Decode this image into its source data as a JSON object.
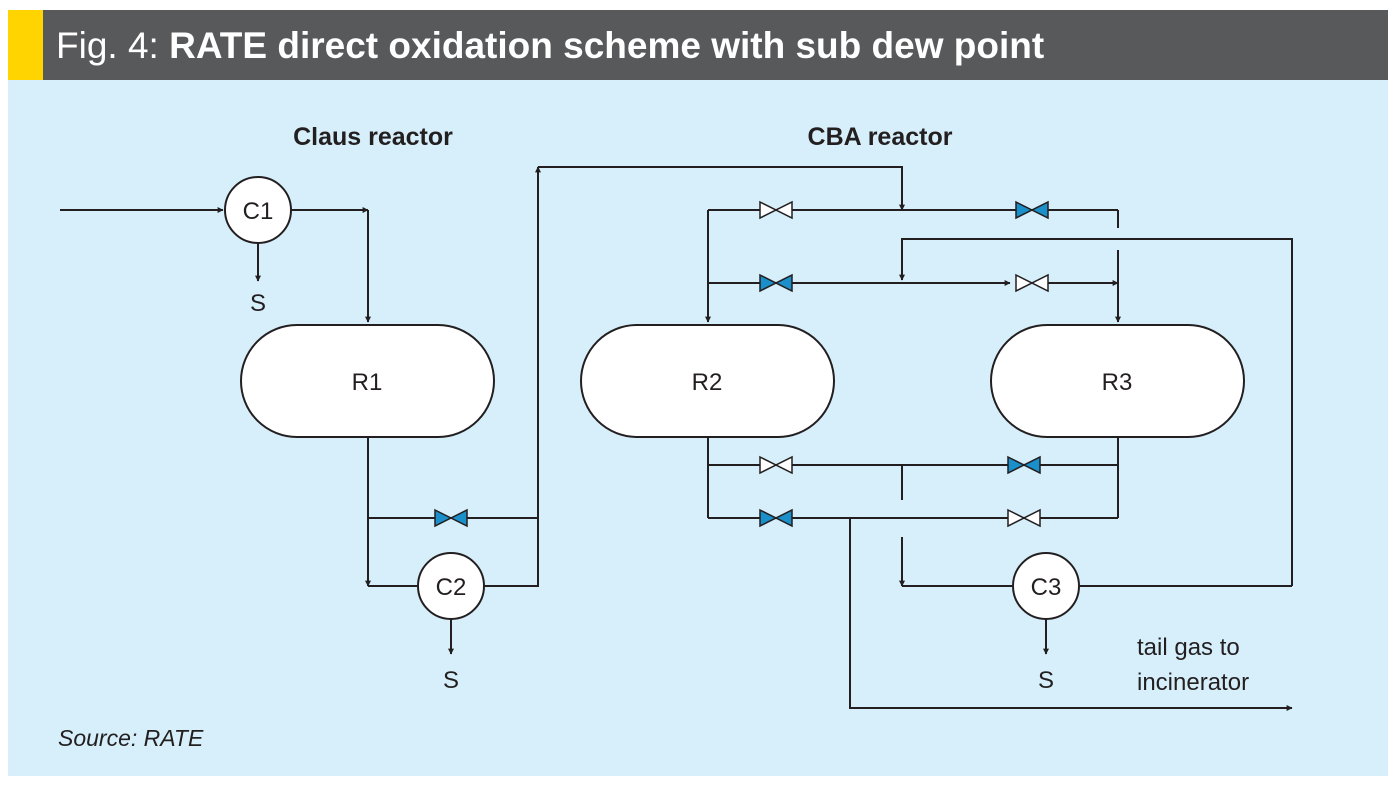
{
  "title": {
    "label": "Fig. 4:",
    "main": "RATE direct oxidation scheme with sub dew point",
    "accent_color": "#ffd400",
    "bar_color": "#58595b"
  },
  "panel_color": "#d6effa",
  "valve_colors": {
    "blue": "#1b8fc9",
    "white": "#ffffff"
  },
  "headings": {
    "claus": "Claus reactor",
    "cba": "CBA reactor"
  },
  "equipment": {
    "condenser_1": "C1",
    "condenser_2": "C2",
    "condenser_3": "C3",
    "reactor_1": "R1",
    "reactor_2": "R2",
    "reactor_3": "R3"
  },
  "sulfur_label": "S",
  "tail_gas": {
    "line1": "tail gas to",
    "line2": "incinerator"
  },
  "source": "Source: RATE"
}
